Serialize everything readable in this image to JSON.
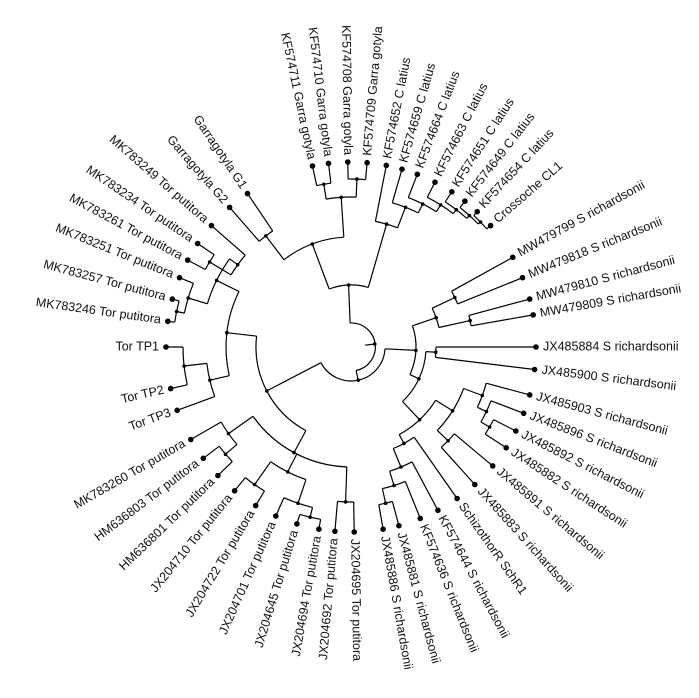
{
  "tree": {
    "leaves": [
      {
        "label": "KF574711 Garra gotyla"
      },
      {
        "label": "KF574710 Garra gotyla"
      },
      {
        "label": "KF574708 Garra gotyla"
      },
      {
        "label": "KF574709 Garra gotyla"
      },
      {
        "label": "KF574652 C latius"
      },
      {
        "label": "KF574659 C latius"
      },
      {
        "label": "KF574664 C latius"
      },
      {
        "label": "KF574663 C latius"
      },
      {
        "label": "KF574651 C latius"
      },
      {
        "label": "KF574649 C latius"
      },
      {
        "label": "KF574654 C latius"
      },
      {
        "label": "Crossoche CL1"
      },
      {
        "label": "MW479799 S richardsonii"
      },
      {
        "label": "MW479818 S richardsonii"
      },
      {
        "label": "MW479810 S richardsonii"
      },
      {
        "label": "MW479809 S richardsonii"
      },
      {
        "label": "JX485884 S richardsonii"
      },
      {
        "label": "JX485900 S richardsonii"
      },
      {
        "label": "JX485903 S richardsonii"
      },
      {
        "label": "JX485896 S richardsonii"
      },
      {
        "label": "JX485892 S richardsonii"
      },
      {
        "label": "JX485882 S richardsonii"
      },
      {
        "label": "JX485891 S richardsonii"
      },
      {
        "label": "JX485883 S richardsonii"
      },
      {
        "label": "SchizothorR SchR1"
      },
      {
        "label": "KF574644 S richardsonii"
      },
      {
        "label": "KF574636 S richardsonii"
      },
      {
        "label": "JX485881 S richardsonii"
      },
      {
        "label": "JX485886 S richardsonii"
      },
      {
        "label": "JX204695 Tor putitora"
      },
      {
        "label": "JX204692 Tor putitora"
      },
      {
        "label": "JX204694 Tor putitora"
      },
      {
        "label": "JX204645 Tor putitora"
      },
      {
        "label": "JX204701 Tor putitora"
      },
      {
        "label": "JX204722 Tor putitora"
      },
      {
        "label": "JX204710 Tor putitora"
      },
      {
        "label": "HM636801 Tor putitora"
      },
      {
        "label": "HM636803 Tor putitora"
      },
      {
        "label": "MK783260 Tor putitora"
      },
      {
        "label": "Tor TP3"
      },
      {
        "label": "Tor TP2"
      },
      {
        "label": "Tor TP1"
      },
      {
        "label": "MK783246 Tor putitora"
      },
      {
        "label": "MK783257 Tor putitora"
      },
      {
        "label": "MK783251 Tor putitora"
      },
      {
        "label": "MK783261 Tor putitora"
      },
      {
        "label": "MK783234 Tor putitora"
      },
      {
        "label": "MK783249 Tor putitora"
      },
      {
        "label": "Garragotyla G2"
      },
      {
        "label": "Garragotyla G1"
      }
    ]
  }
}
